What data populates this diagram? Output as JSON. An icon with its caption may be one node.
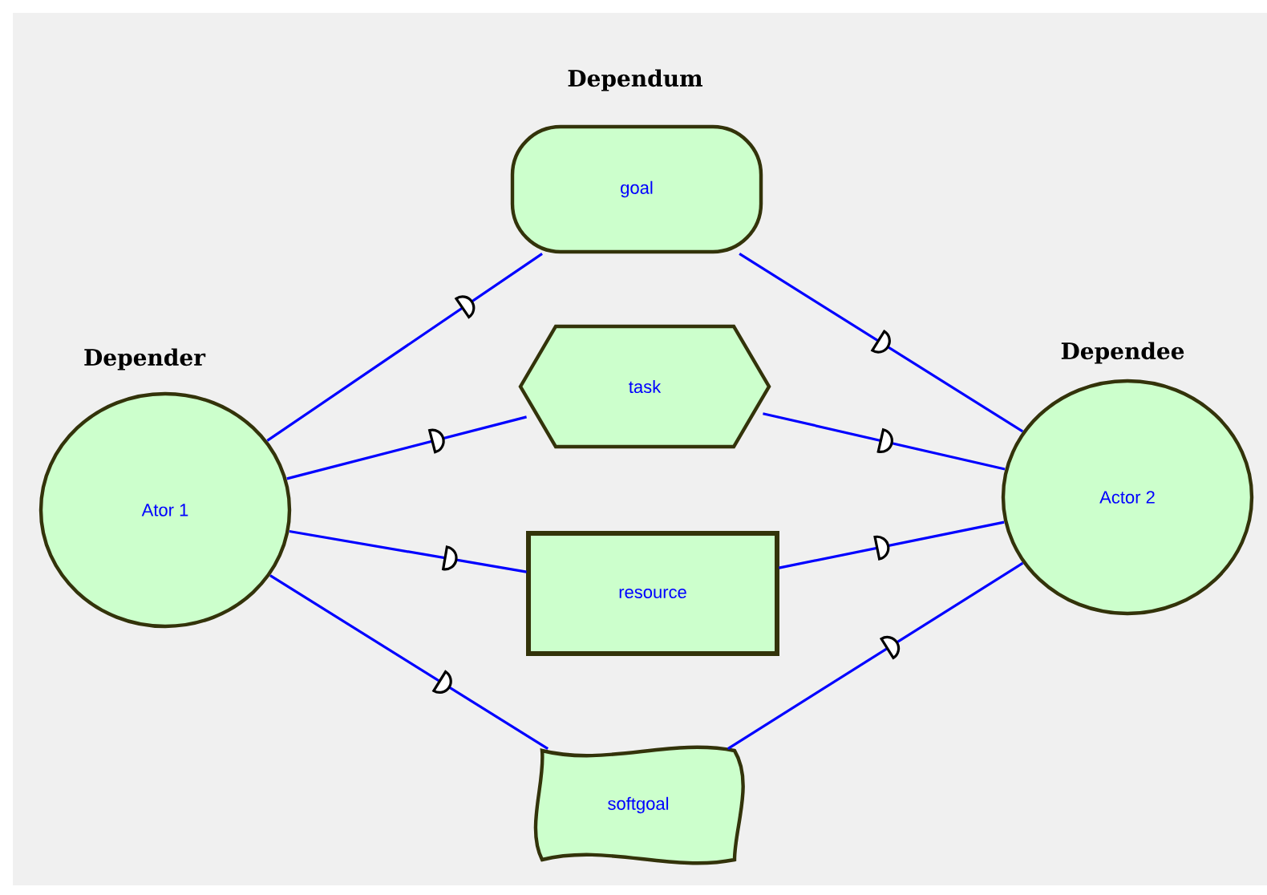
{
  "diagram": {
    "nodes": [
      {
        "text": [
          "Ator 1"
        ],
        "beside": [
          "Depender"
        ]
      },
      {
        "text": [
          "goal"
        ]
      },
      {
        "text": [
          "task"
        ]
      },
      {
        "text": [
          "resource"
        ]
      },
      {
        "text": [
          "softgoal"
        ]
      },
      {
        "text": [
          "Actor 2"
        ],
        "beside": [
          "Dependee"
        ]
      }
    ],
    "edges": [
      {
        "from": 0,
        "to": 1,
        "arrow": "none"
      },
      {
        "from": 0,
        "to": 2,
        "arrow": "none"
      },
      {
        "from": 0,
        "to": 3,
        "arrow": "none"
      },
      {
        "from": 0,
        "to": 4,
        "arrow": "none"
      },
      {
        "from": 1,
        "to": 5,
        "arrow": "none"
      },
      {
        "from": 2,
        "to": 5,
        "arrow": "none"
      },
      {
        "from": 3,
        "to": 5,
        "arrow": "none"
      },
      {
        "from": 4,
        "to": 5,
        "arrow": "none"
      }
    ],
    "labels": [
      "Dependum"
    ]
  }
}
